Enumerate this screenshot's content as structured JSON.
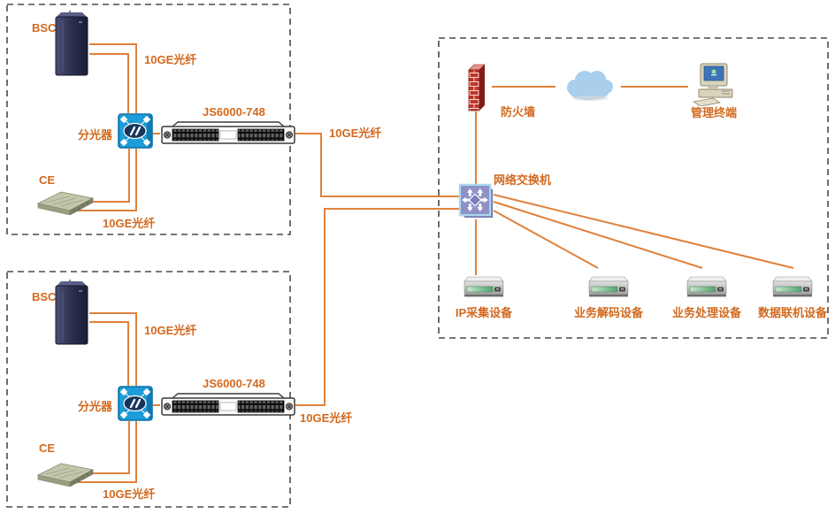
{
  "groups": [
    {
      "bsc": "BSC",
      "fiber_top": "10GE光纤",
      "splitter": "分光器",
      "rack": "JS6000-748",
      "ce": "CE",
      "fiber_bottom": "10GE光纤",
      "fiber_out": "10GE光纤"
    },
    {
      "bsc": "BSC",
      "fiber_top": "10GE光纤",
      "splitter": "分光器",
      "rack": "JS6000-748",
      "ce": "CE",
      "fiber_bottom": "10GE光纤",
      "fiber_out": "10GE光纤"
    }
  ],
  "right_panel": {
    "firewall": "防火墙",
    "terminal": "管理终端",
    "switch": "网络交换机",
    "devices": [
      {
        "label": "IP采集设备"
      },
      {
        "label": "业务解码设备"
      },
      {
        "label": "业务处理设备"
      },
      {
        "label": "数据联机设备"
      }
    ]
  },
  "icons": {
    "bsc": "server-tower-icon",
    "splitter": "optical-splitter-icon",
    "rack": "patch-panel-icon",
    "ce": "ce-switch-icon",
    "firewall": "firewall-brick-icon",
    "cloud": "cloud-icon",
    "terminal": "desktop-computer-icon",
    "switch": "network-switch-icon",
    "device": "rack-appliance-icon"
  },
  "colors": {
    "connection_line": "#E0813B",
    "label_text": "#D2691E",
    "boundary": "#4A4A4A"
  }
}
